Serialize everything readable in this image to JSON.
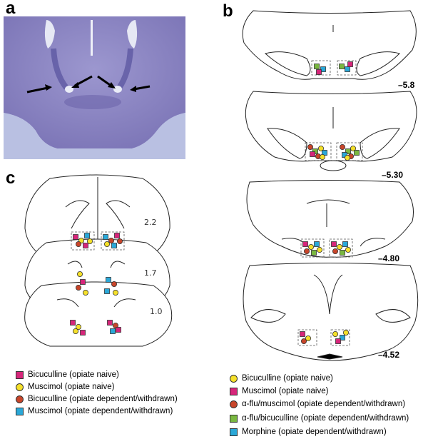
{
  "panels": {
    "a": "a",
    "b": "b",
    "c": "c"
  },
  "panel_b_levels": [
    "–5.8",
    "–5.30",
    "–4.80",
    "–4.52"
  ],
  "panel_c_levels": [
    "2.2",
    "1.7",
    "1.0"
  ],
  "legend_c": [
    {
      "label": "Bicuculline (opiate naive)",
      "shape": "square",
      "color": "#d6267a"
    },
    {
      "label": "Muscimol (opiate naive)",
      "shape": "circle",
      "color": "#f5e02a"
    },
    {
      "label": "Bicuculline (opiate dependent/withdrawn)",
      "shape": "circle",
      "color": "#c8452a"
    },
    {
      "label": "Muscimol (opiate dependent/withdrawn)",
      "shape": "square",
      "color": "#2aa8d8"
    }
  ],
  "legend_b": [
    {
      "label": "Bicuculline (opiate naive)",
      "shape": "circle",
      "color": "#f5e02a"
    },
    {
      "label": "Muscimol (opiate naive)",
      "shape": "square",
      "color": "#d6267a"
    },
    {
      "label": "α-flu/muscimol (opiate dependent/withdrawn)",
      "shape": "circle",
      "color": "#c8452a"
    },
    {
      "label": "α-flu/bicuculline (opiate dependent/withdrawn)",
      "shape": "square",
      "color": "#7ab840"
    },
    {
      "label": "Morphine (opiate dependent/withdrawn)",
      "shape": "square",
      "color": "#2aa8d8"
    }
  ],
  "colors": {
    "photo_bg": "#8e8ec4",
    "photo_stain": "#6f6aa9",
    "outline": "#222222"
  }
}
